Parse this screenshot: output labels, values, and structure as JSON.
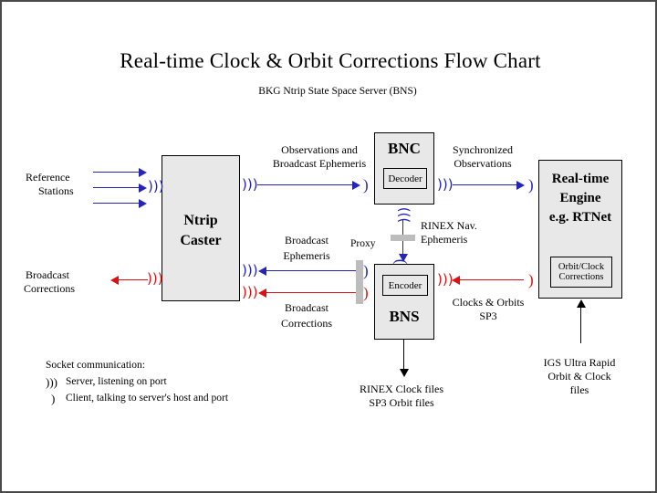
{
  "page": {
    "title": "Real-time Clock & Orbit Corrections Flow Chart",
    "subtitle": "BKG Ntrip State Space Server  (BNS)",
    "border_color": "#4a4a4a",
    "background": "#ffffff"
  },
  "colors": {
    "blue": "#2424b5",
    "red": "#e01010",
    "black": "#000000",
    "box_fill": "#e8e8e8",
    "proxy_bar": "#bdbdbd"
  },
  "boxes": {
    "ntrip_caster": {
      "label_line1": "Ntrip",
      "label_line2": "Caster"
    },
    "bnc": {
      "label": "BNC",
      "inner_label": "Decoder"
    },
    "bns": {
      "label": "BNS",
      "inner_label": "Encoder"
    },
    "engine": {
      "label_line1": "Real-time",
      "label_line2": "Engine",
      "label_line3": "e.g. RTNet",
      "inner_line1": "Orbit/Clock",
      "inner_line2": "Corrections"
    }
  },
  "labels": {
    "reference_stations_l1": "Reference",
    "reference_stations_l2": "Stations",
    "broadcast_corrections_left_l1": "Broadcast",
    "broadcast_corrections_left_l2": "Corrections",
    "observations_l1": "Observations and",
    "observations_l2": "Broadcast Ephemeris",
    "synchronized_l1": "Synchronized",
    "synchronized_l2": "Observations",
    "broadcast_ephemeris_l1": "Broadcast",
    "broadcast_ephemeris_l2": "Ephemeris",
    "broadcast_corrections_mid_l1": "Broadcast",
    "broadcast_corrections_mid_l2": "Corrections",
    "proxy": "Proxy",
    "rinex_nav_l1": "RINEX Nav.",
    "rinex_nav_l2": "Ephemeris",
    "clocks_orbits_l1": "Clocks & Orbits",
    "clocks_orbits_l2": "SP3",
    "rinex_clock_files_l1": "RINEX Clock files",
    "rinex_clock_files_l2": "SP3 Orbit files",
    "igs_l1": "IGS Ultra Rapid",
    "igs_l2": "Orbit & Clock files"
  },
  "legend": {
    "title": "Socket communication:",
    "server_glyph": "server-socket-icon",
    "server_text": "Server, listening on port",
    "client_glyph": "client-socket-icon",
    "client_text": "Client, talking to server's host and port"
  },
  "glyphs": {
    "server_socket": ")))",
    "client_socket": ")"
  }
}
